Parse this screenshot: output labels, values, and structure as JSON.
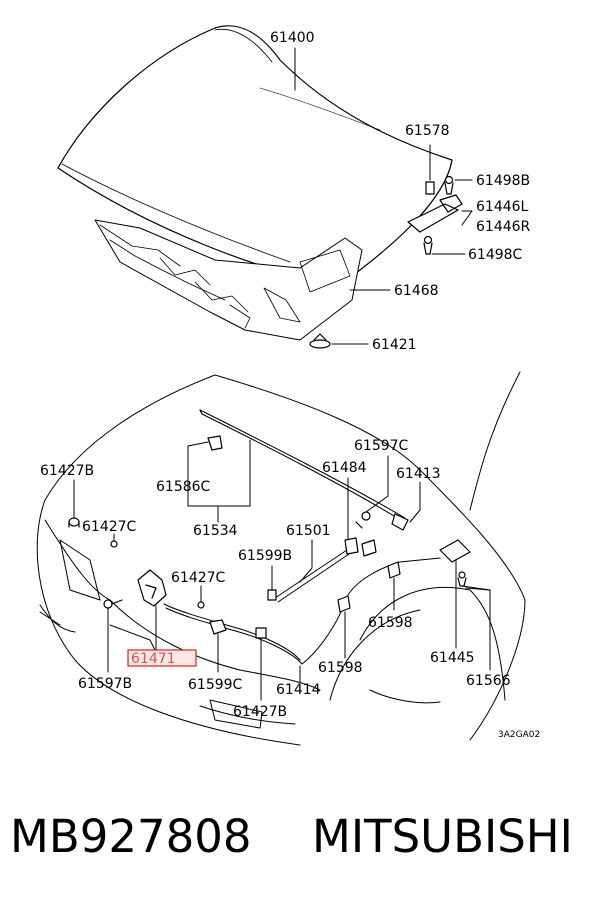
{
  "diagram": {
    "labels": {
      "hood": "61400",
      "l61578": "61578",
      "l61498B": "61498B",
      "l61446L": "61446L",
      "l61446R": "61446R",
      "l61498C": "61498C",
      "l61468": "61468",
      "l61421": "61421",
      "l61427B_top": "61427B",
      "l61427C_left": "61427C",
      "l61586C": "61586C",
      "l61534": "61534",
      "l61597C": "61597C",
      "l61484": "61484",
      "l61413": "61413",
      "l61501": "61501",
      "l61599B": "61599B",
      "l61427C_mid": "61427C",
      "l61598_upper": "61598",
      "l61445": "61445",
      "l61566": "61566",
      "l61471": "61471",
      "l61597B": "61597B",
      "l61599C": "61599C",
      "l61414": "61414",
      "l61598_lower": "61598",
      "l61427B_bottom": "61427B",
      "drawing_code": "3A2GA02"
    },
    "highlighted_part": "61471",
    "highlight_color": "#e02020"
  },
  "footer": {
    "part_number": "MB927808",
    "manufacturer": "MITSUBISHI"
  }
}
